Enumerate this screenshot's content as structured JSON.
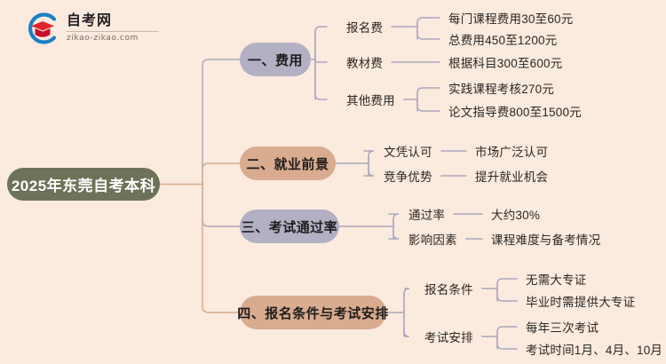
{
  "page": {
    "background_color": "#fbeade",
    "title": "2025年东莞自考本科"
  },
  "logo": {
    "name": "自考网",
    "domain": "zikao-zikao.com",
    "mark_arc_color": "#1b7fc4",
    "mark_cap_color": "#e0242c"
  },
  "mindmap": {
    "root": {
      "label": "2025年东莞自考本科",
      "color": "#6e7259",
      "text_color": "#ffffff"
    },
    "branches": [
      {
        "label": "一、费用",
        "color": "#b3b0c4",
        "line_color": "#a9a6bd",
        "children": [
          {
            "label": "报名费",
            "leaves": [
              "每门课程费用30至60元",
              "总费用450至1200元"
            ]
          },
          {
            "label": "教材费",
            "leaves": [
              "根据科目300至600元"
            ]
          },
          {
            "label": "其他费用",
            "leaves": [
              "实践课程考核270元",
              "论文指导费800至1500元"
            ]
          }
        ]
      },
      {
        "label": "二、就业前景",
        "color": "#d9ab8f",
        "line_color": "#d7a98d",
        "children": [
          {
            "label": "文凭认可",
            "leaves": [
              "市场广泛认可"
            ]
          },
          {
            "label": "竞争优势",
            "leaves": [
              "提升就业机会"
            ]
          }
        ]
      },
      {
        "label": "三、考试通过率",
        "color": "#b3b0c4",
        "line_color": "#a9a6bd",
        "children": [
          {
            "label": "通过率",
            "leaves": [
              "大约30%"
            ]
          },
          {
            "label": "影响因素",
            "leaves": [
              "课程难度与备考情况"
            ]
          }
        ]
      },
      {
        "label": "四、报名条件与考试安排",
        "color": "#d9ab8f",
        "line_color": "#d7a98d",
        "children": [
          {
            "label": "报名条件",
            "leaves": [
              "无需大专证",
              "毕业时需提供大专证"
            ]
          },
          {
            "label": "考试安排",
            "leaves": [
              "每年三次考试",
              "考试时间1月、4月、10月"
            ]
          }
        ]
      }
    ]
  }
}
